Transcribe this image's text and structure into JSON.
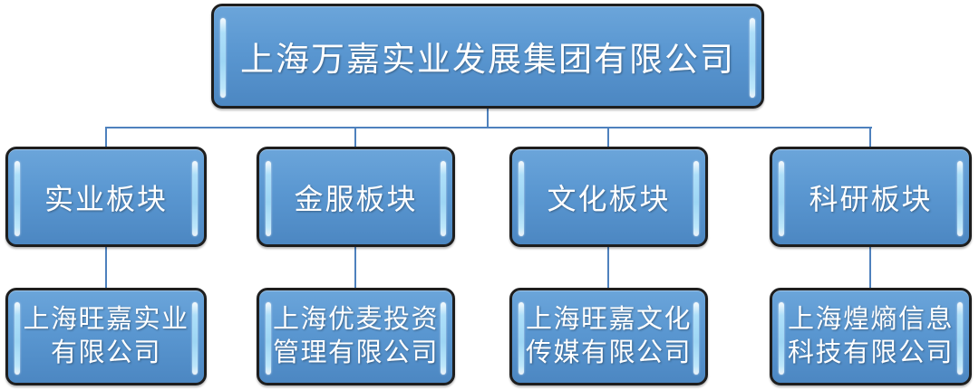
{
  "org_chart": {
    "root": {
      "label": "上海万嘉实业发展集团有限公司"
    },
    "sectors": [
      {
        "label": "实业板块",
        "company_lines": [
          "上海旺嘉实业",
          "有限公司"
        ]
      },
      {
        "label": "金服板块",
        "company_lines": [
          "上海优麦投资",
          "管理有限公司"
        ]
      },
      {
        "label": "文化板块",
        "company_lines": [
          "上海旺嘉文化",
          "传媒有限公司"
        ]
      },
      {
        "label": "科研板块",
        "company_lines": [
          "上海煌熵信息",
          "科技有限公司"
        ]
      }
    ]
  },
  "colors": {
    "box_fill_top": "#6BA5DA",
    "box_fill_bottom": "#4C87C2",
    "box_border": "#1E1E1E",
    "gloss_highlight": "#AEDFF9",
    "connector_line": "#4E81BD",
    "text": "#FFFFFF",
    "background": "#FFFFFF"
  }
}
